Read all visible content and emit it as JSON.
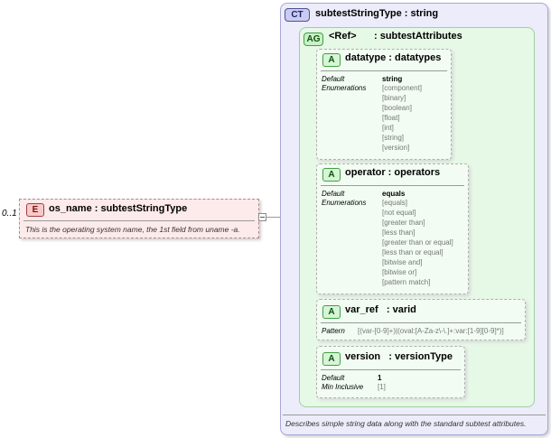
{
  "element": {
    "occurrence": "0..1",
    "badge": "E",
    "name": "os_name : subtestStringType",
    "description": "This is the operating system name, the 1st field from uname -a."
  },
  "complex_type": {
    "badge": "CT",
    "name": "subtestStringType : string",
    "description": "Describes simple string data along with the standard subtest attributes."
  },
  "attribute_group": {
    "badge": "AG",
    "ref": "<Ref>",
    "name": ": subtestAttributes"
  },
  "attributes": [
    {
      "badge": "A",
      "name": "datatype : datatypes",
      "default_label": "Default",
      "default_value": "string",
      "enum_label": "Enumerations",
      "enumerations": [
        "[component]",
        "[binary]",
        "[boolean]",
        "[float]",
        "[int]",
        "[string]",
        "[version]"
      ]
    },
    {
      "badge": "A",
      "name": "operator : operators",
      "default_label": "Default",
      "default_value": "equals",
      "enum_label": "Enumerations",
      "enumerations": [
        "[equals]",
        "[not equal]",
        "[greater than]",
        "[less than]",
        "[greater than or equal]",
        "[less than or equal]",
        "[bitwise and]",
        "[bitwise or]",
        "[pattern match]"
      ]
    },
    {
      "badge": "A",
      "name": "var_ref   : varid",
      "pattern_label": "Pattern",
      "pattern_value": "[(var-[0-9]+)|(oval:[A-Za-z\\-\\.]+:var:[1-9][0-9]*)]"
    },
    {
      "badge": "A",
      "name": "version   : versionType",
      "default_label": "Default",
      "default_value": "1",
      "min_label": "Min Inclusive",
      "min_value": "[1]"
    }
  ]
}
